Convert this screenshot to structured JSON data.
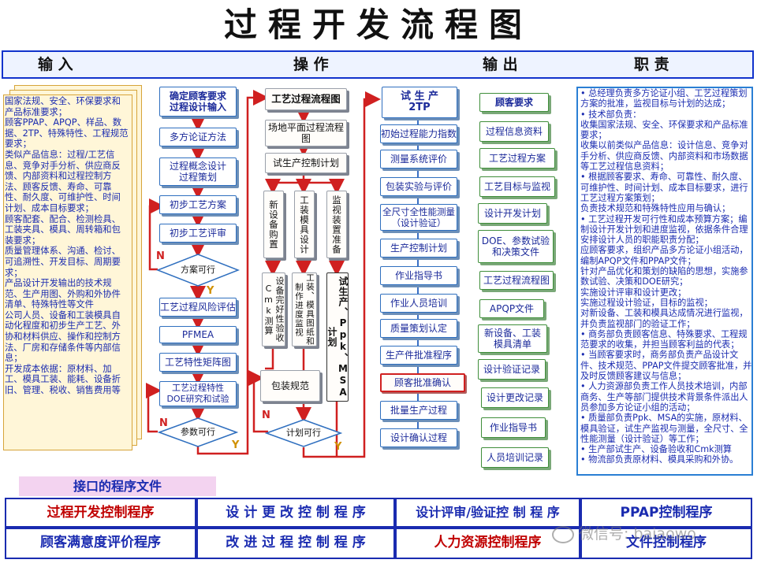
{
  "title": "过程开发流程图",
  "header": {
    "input": "输  入",
    "operation": "操    作",
    "output": "输  出",
    "responsibility": "职  责"
  },
  "input_text": "国家法规、安全、环保要求和产品标准要求；\n顾客PPAP、APQP、样品、数据、2TP、特殊特性、工程规范要求；\n类似产品信息：过程/工艺信息、竞争对手分析、供应商反馈、内部资料和过程控制方法、顾客反馈、寿命、可靠性、耐久度、可维护性、时间计划、成本目标要求；\n顾客配套、配合、检测检具、工装夹具、模具、周转箱和包装要求；\n质量管理体系、沟通、检讨、可追溯性、开发目标、周期要求；\n产品设计开发输出的技术规范、生产用图、外购和外协件清单、特殊特性等文件\n公司人员、设备和工装模具自动化程度和初步生产工艺、外协和材料供应、操作和控制方法、厂房和存储条件等内部信息；\n开发成本依据：原材料、加工、模具工装、能耗、设备折旧、管理、税收、销售费用等",
  "col1": {
    "boxes": [
      "确定顾客要求\n过程设计输入",
      "多方论证方法",
      "过程概念设计\n过程策划",
      "初步工艺方案",
      "初步工艺评审"
    ],
    "decision1": "方案可行",
    "boxes2": [
      "工艺过程风险评估",
      "PFMEA",
      "工艺特性矩阵图",
      "工艺过程特性\nDOE研究和试验"
    ],
    "decision2": "参数可行"
  },
  "col2": {
    "top": [
      "工艺过程流程图",
      "场地平面过程流程图",
      "试生产控制计划"
    ],
    "vert_top": [
      "新设备购置",
      "工装模具设计",
      "监视装置准备"
    ],
    "vert_bottom": [
      "设备完好性验收Cmk测算",
      "工装、模具图纸和制作进度监视",
      "试生产、Ppk、MSA计划"
    ],
    "pack": "包装规范",
    "decision": "计划可行"
  },
  "col3": {
    "head": "试 生 产\n2TP",
    "boxes": [
      "初始过程能力指数",
      "测量系统评价",
      "包装实验与评价",
      "全尺寸全性能测量\n（设计验证）",
      "生产控制计划",
      "作业指导书",
      "作业人员培训",
      "质量策划认定",
      "生产件批准程序",
      "顾客批准确认",
      "批量生产过程",
      "设计确认过程"
    ]
  },
  "col4": {
    "boxes": [
      "顾客要求",
      "过程信息资料",
      "工艺过程方案",
      "工艺目标与监视",
      "设计开发计划",
      "DOE、参数试验\n和决策文件",
      "工艺过程流程图",
      "APQP文件",
      "新设备、工装\n模具清单",
      "设计验证记录",
      "设计更改记录",
      "作业指导书",
      "人员培训记录"
    ]
  },
  "flags": {
    "n": "N",
    "y": "Y"
  },
  "responsibility_text": "• 总经理负责多方论证小组、工艺过程策划方案的批准，监视目标与计划的达成；\n• 技术部负责：\n收集国家法规、安全、环保要求和产品标准要求；\n收集以前类似产品信息：设计信息、竞争对手分析、供应商反馈、内部资料和市场数据等工艺过程信息资料；\n• 根据顾客要求、寿命、可靠性、耐久度、可维护性、时间计划、成本目标要求，进行工艺过程方案策划；\n负责技术规范和特殊特性应用与确认；\n• 工艺过程开发可行性和成本预算方案；编制设计开发计划和进度监视，依据条件合理安排设计人员的职能职责分配；\n应顾客要求，组织产品多方论证小组活动，编制APQP文件和PPAP文件；\n针对产品优化和策划的缺陷的思想，实施参数试验、决策和DOE研究；\n实施设计评审和设计更改；\n实施过程设计验证，目标的监视；\n对新设备、工装和模具达成情况进行监视，并负责监视部门的验证工作；\n• 商务部负责顾客信息、特殊要求、工程规范要求的收集，并担当顾客利益的代表；\n• 当顾客要求时，商务部负责产品设计文件、技术规范、PPAP文件提交顾客批准，并及时反馈顾客建议与信息；\n• 人力资源部负责工作人员技术培训，内部商务、生产等部门提供技术背景条件派出人员参加多方论证小组的活动；\n• 质量部负责Ppk、MSA的实施，原材料、模具验证，试生产监视与测量，全尺寸、全性能测量（设计验证）等工作；\n• 生产部试生产、设备验收和Cmk测算\n• 物流部负责原材料、模具采购和外协。",
  "interface_label": "接口的程序文件",
  "procedures": [
    [
      "过程开发控制程序",
      "设 计 更 改 控 制 程 序",
      "设计评审/验证控 制 程 序",
      "PPAP控制程序"
    ],
    [
      "顾客满意度评价程序",
      "改 进 过 程 控 制 程 序",
      "人力资源控制程序",
      "文件控制程序"
    ]
  ],
  "watermark": "微信号: baiaowo"
}
